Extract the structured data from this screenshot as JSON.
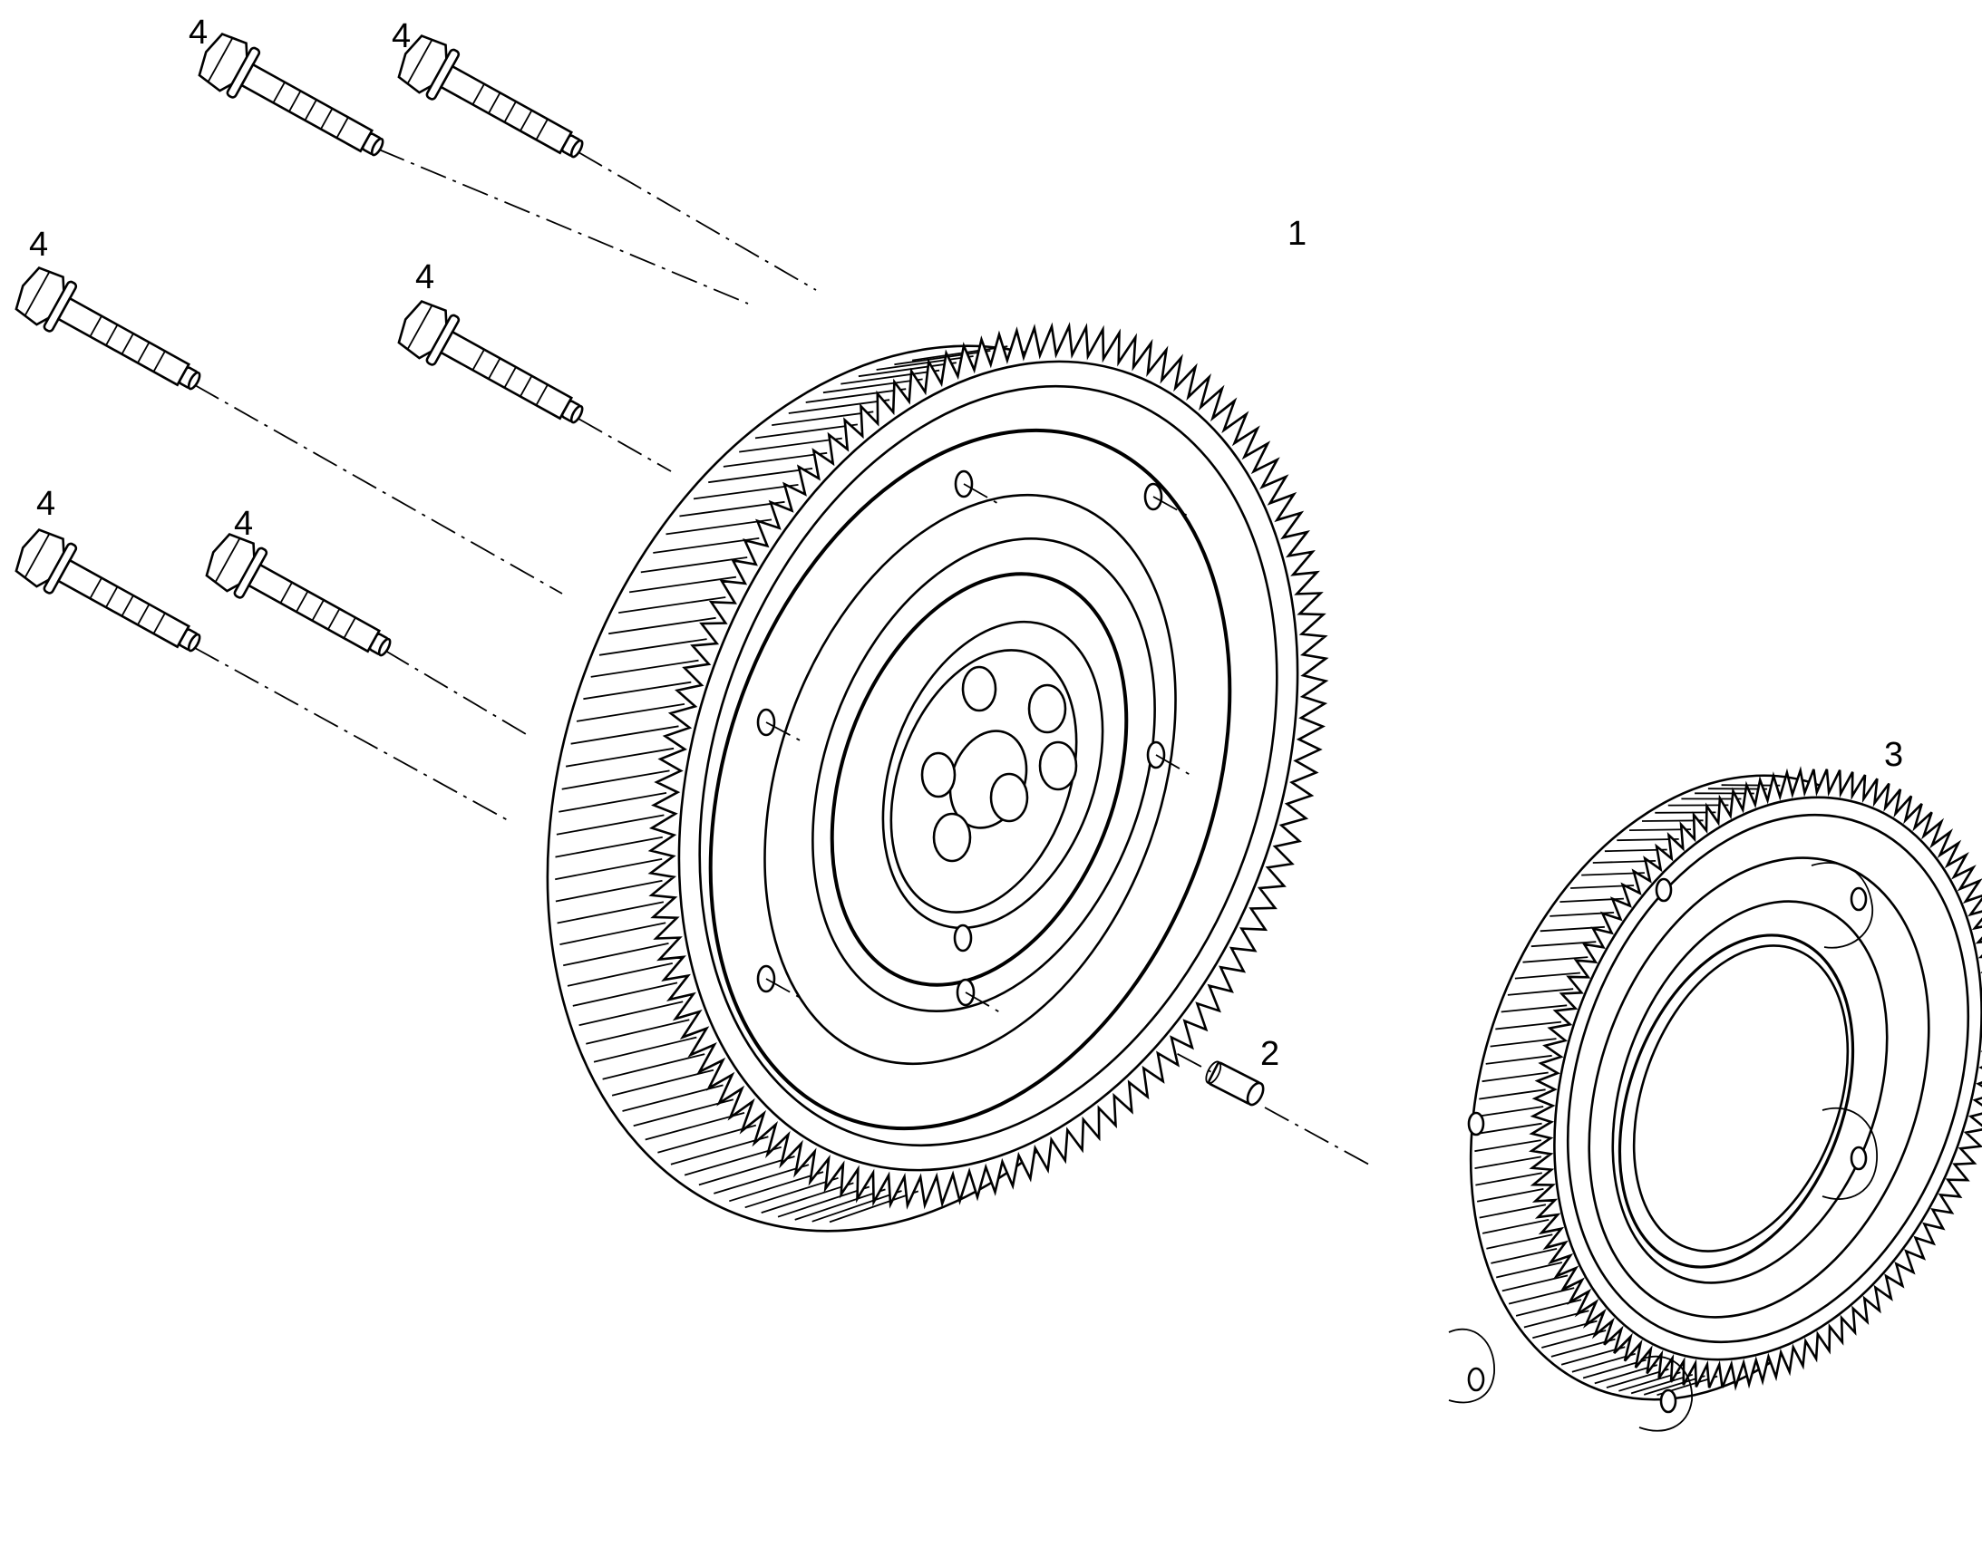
{
  "figure": {
    "background": "#ffffff",
    "line_color": "#000000"
  },
  "callouts": {
    "flywheel": "1",
    "dowel_pin": "2",
    "ring_gear": "3",
    "bolt": "4"
  },
  "bolt_callouts": [
    "4",
    "4",
    "4",
    "4",
    "4",
    "4"
  ]
}
